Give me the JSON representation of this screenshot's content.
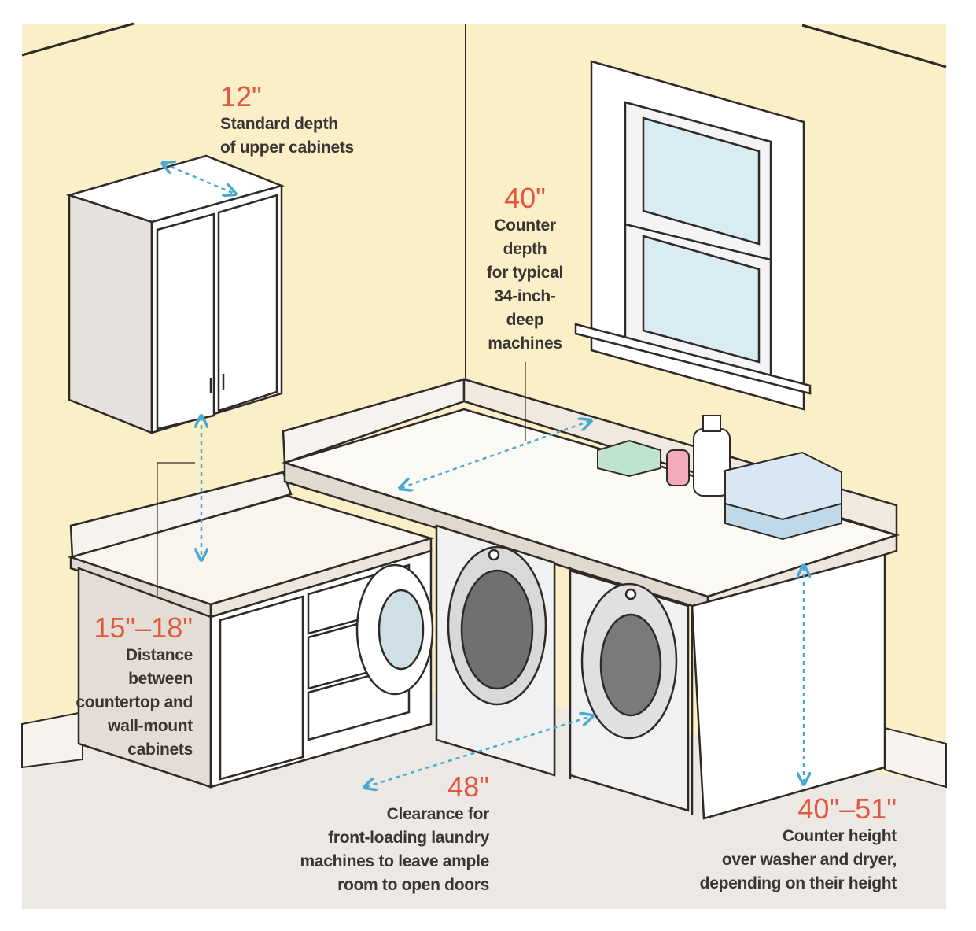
{
  "annotations": {
    "upper_cabinet_depth": {
      "value": "12\"",
      "lines": [
        "Standard depth",
        "of upper cabinets"
      ]
    },
    "counter_depth": {
      "value": "40\"",
      "lines": [
        "Counter",
        "depth",
        "for typical",
        "34-inch-",
        "deep",
        "machines"
      ]
    },
    "countertop_to_cabinet": {
      "value": "15\"–18\"",
      "lines": [
        "Distance",
        "between",
        "countertop and",
        "wall-mount",
        "cabinets"
      ]
    },
    "front_clearance": {
      "value": "48\"",
      "lines": [
        "Clearance for",
        "front-loading laundry",
        "machines to leave ample",
        "room to open doors"
      ]
    },
    "counter_height": {
      "value": "40\"–51\"",
      "lines": [
        "Counter height",
        "over washer and dryer,",
        "depending on their height"
      ]
    }
  },
  "colors": {
    "wall": "#fbefc8",
    "floor": "#ece8e3",
    "dimension_text": "#e2573f",
    "dimension_arrow": "#4aa8d4",
    "outline": "#2f2a28"
  }
}
